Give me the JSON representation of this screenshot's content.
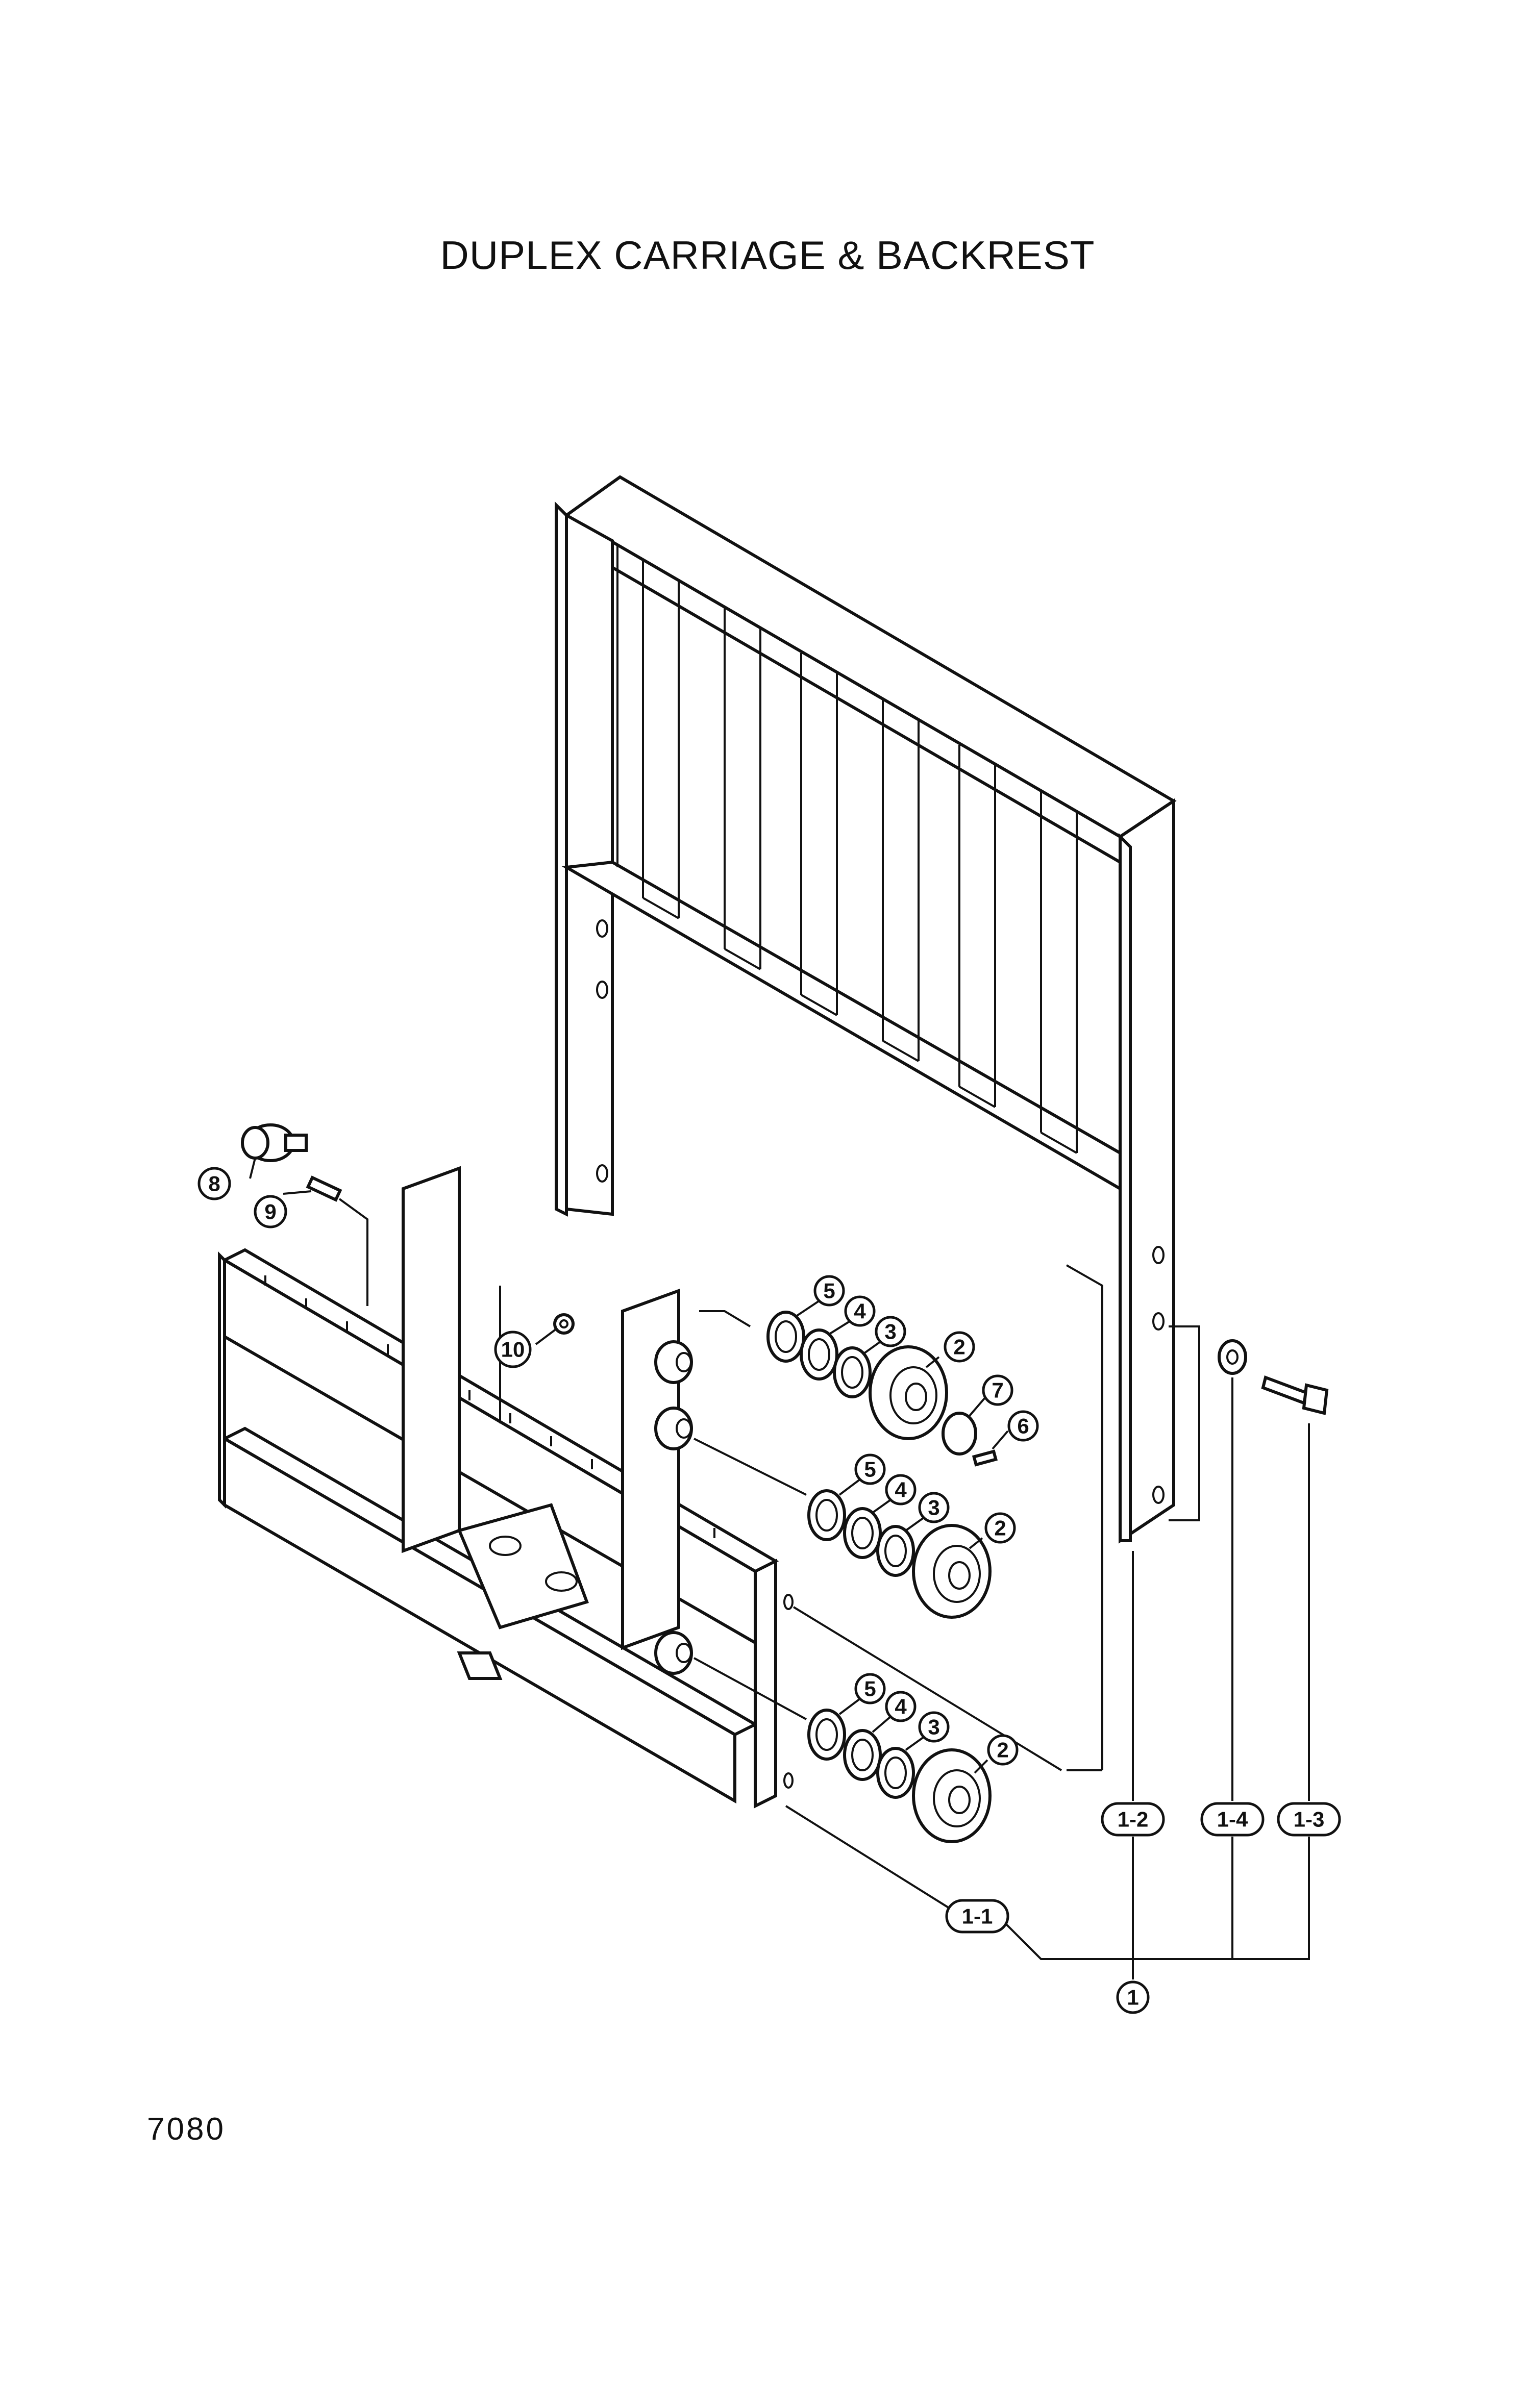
{
  "title": "DUPLEX CARRIAGE & BACKREST",
  "page_number": "7080",
  "callouts": {
    "c1": "1",
    "c1_1": "1-1",
    "c1_2": "1-2",
    "c1_3": "1-3",
    "c1_4": "1-4",
    "c2": "2",
    "c3": "3",
    "c4": "4",
    "c5": "5",
    "c6": "6",
    "c7": "7",
    "c8": "8",
    "c9": "9",
    "c10": "10"
  }
}
